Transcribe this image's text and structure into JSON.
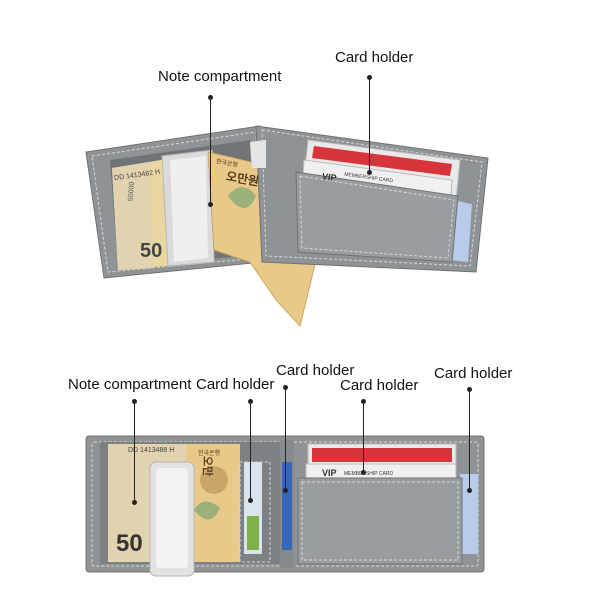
{
  "top": {
    "callouts": [
      {
        "text": "Note compartment"
      },
      {
        "text": "Card holder"
      }
    ],
    "printed": {
      "serial": "DD 1413482 H",
      "denom_small": "50000",
      "denom_big": "50",
      "korean": "오만원",
      "bank": "한국은행",
      "vip": "VIP",
      "membership": "MEMBERSHIP CARD"
    }
  },
  "bottom": {
    "callouts": [
      {
        "text": "Note compartment"
      },
      {
        "text": "Card holder"
      },
      {
        "text": "Card holder"
      },
      {
        "text": "Card holder"
      },
      {
        "text": "Card holder"
      }
    ],
    "printed": {
      "serial": "DD 1413488 H",
      "denom_big": "50",
      "korean": "오만",
      "bank": "한국은행",
      "vip": "VIP",
      "membership": "MEMBERSHIP CARD"
    }
  },
  "colors": {
    "leather": "#8f9395",
    "leather_dark": "#6f7375",
    "stitch": "#d5d7d8",
    "note": "#e8c98a",
    "card_red": "#d8343c",
    "card_blue": "#3568b8",
    "clip": "#d9d9d9"
  }
}
